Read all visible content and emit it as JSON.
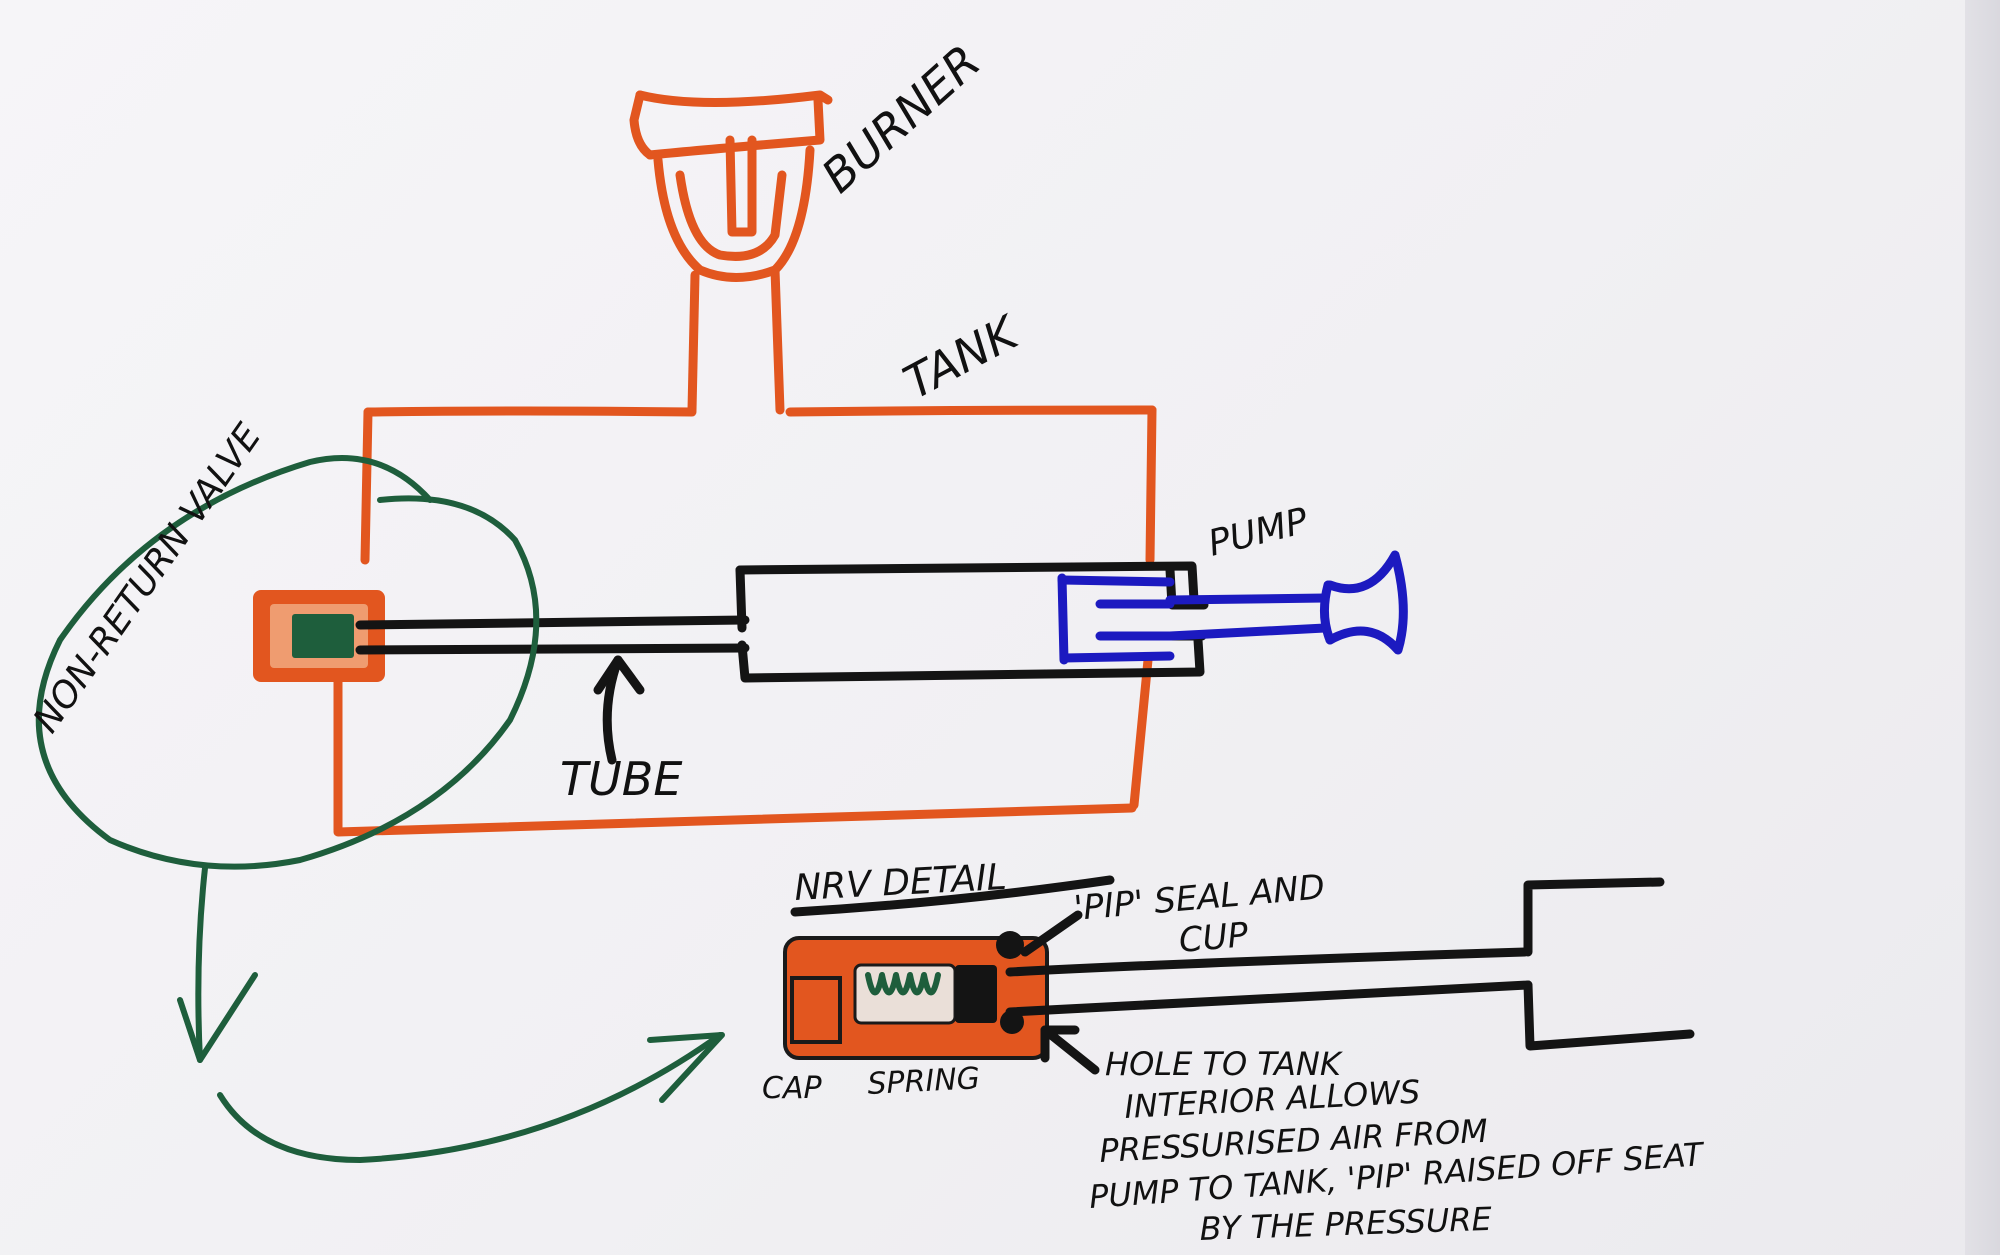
{
  "labels": {
    "burner": "BURNER",
    "tank": "TANK",
    "pump": "PUMP",
    "non_return_valve": "NON-RETURN VALVE",
    "tube": "TUBE",
    "nrv_detail": "NRV DETAIL",
    "pip_seal_line1": "'PIP' SEAL AND",
    "pip_seal_line2": "CUP",
    "cap": "CAP",
    "spring": "SPRING",
    "note_line1": "HOLE TO TANK",
    "note_line2": "INTERIOR ALLOWS",
    "note_line3": "PRESSURISED AIR FROM",
    "note_line4": "PUMP TO TANK, 'PIP' RAISED OFF SEAT",
    "note_line5": "BY THE PRESSURE"
  },
  "colors": {
    "tank_ink": "#e2561f",
    "tube_ink": "#141414",
    "pump_ink": "#1c1ac0",
    "callout_ink": "#1e5e3c",
    "spring_ink": "#1e5e3c"
  }
}
